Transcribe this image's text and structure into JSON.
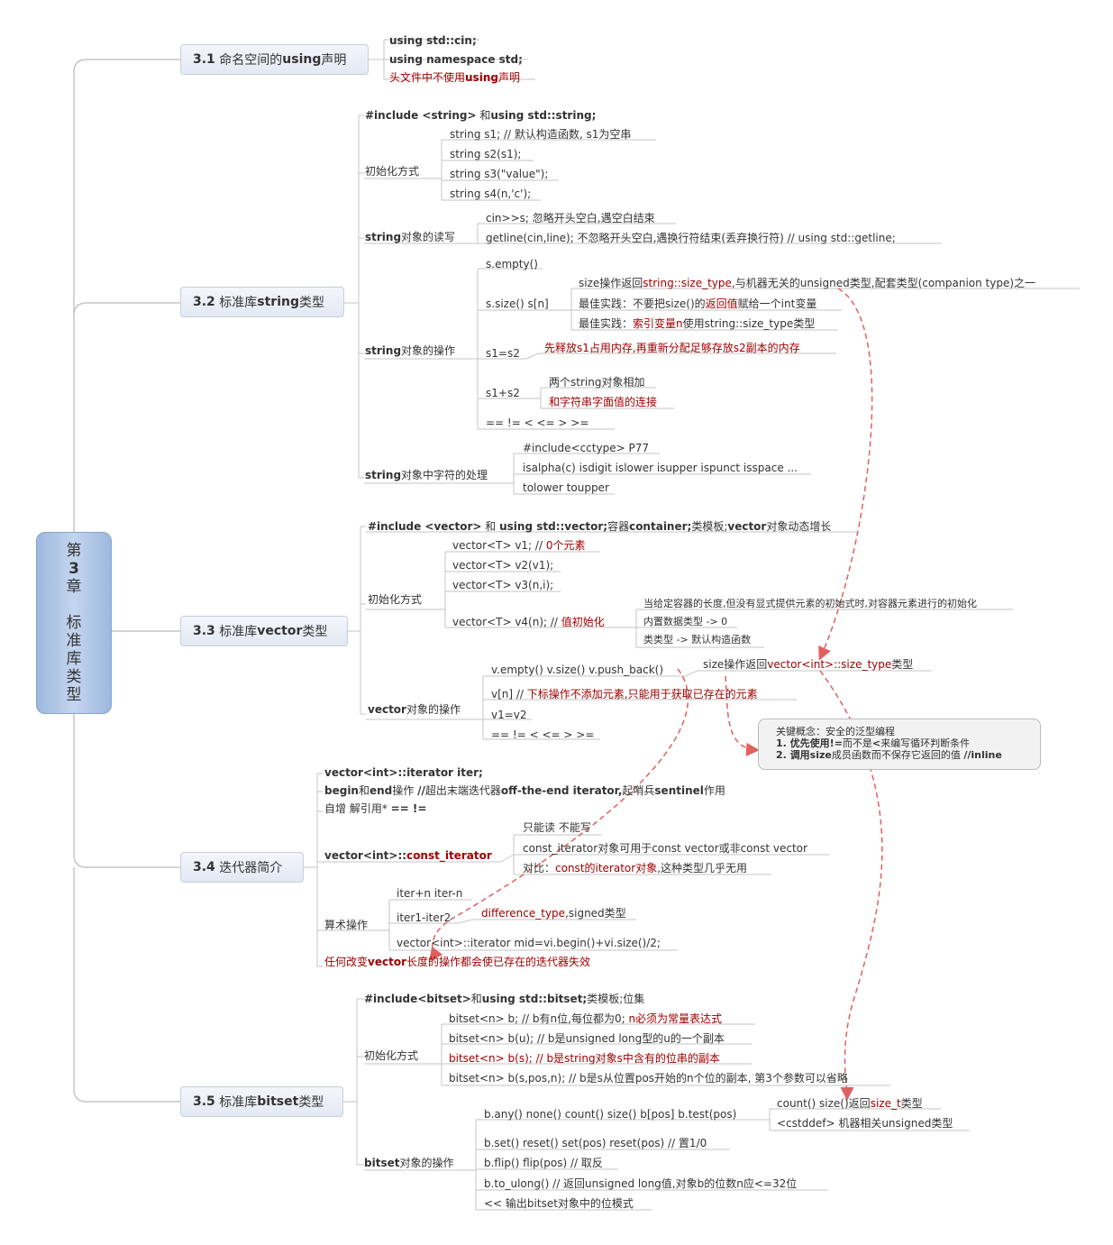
{
  "root": {
    "lines": [
      "第",
      "3",
      "章",
      "",
      "标",
      "准",
      "库",
      "类",
      "型"
    ]
  },
  "sections": {
    "s31": {
      "num": "3.1",
      "pre": "命名空间的",
      "bold": "using",
      "post": "声明"
    },
    "s32": {
      "num": "3.2",
      "pre": "标准库",
      "bold": "string",
      "post": "类型"
    },
    "s33": {
      "num": "3.3",
      "pre": "标准库",
      "bold": "vector",
      "post": "类型"
    },
    "s34": {
      "num": "3.4",
      "pre": "迭代器简介",
      "bold": "",
      "post": ""
    },
    "s35": {
      "num": "3.5",
      "pre": "标准库",
      "bold": "bitset",
      "post": "类型"
    }
  },
  "s31": {
    "l1": "using std::cin;",
    "l2": "using namespace std;",
    "l3a": "头文件中不使用",
    "l3b": "using",
    "l3c": "声明"
  },
  "s32": {
    "include_a": "#include <string>",
    "include_b": " 和",
    "include_c": "using std::string;",
    "init_label": "初始化方式",
    "init": [
      "string s1; // 默认构造函数, s1为空串",
      "string s2(s1);",
      "string s3(\"value\");",
      "string s4(n,'c');"
    ],
    "rw_bold": "string",
    "rw_rest": "对象的读写",
    "rw": [
      "cin>>s; 忽略开头空白,遇空白结束",
      "getline(cin,line); 不忽略开头空白,遇换行符结束(丢弃换行符) // using std::getline;"
    ],
    "op_bold": "string",
    "op_rest": "对象的操作",
    "empty": "s.empty()",
    "size": "s.size() s[n]",
    "size_a": "size操作返回",
    "size_b": "string::size_type",
    "size_c": ",与机器无关的",
    "size_d": "unsigned",
    "size_e": "类型,配套类型(companion type)之一",
    "best1_a": "最佳实践：不要把size()的",
    "best1_b": "返回值",
    "best1_c": "赋给一个",
    "best1_d": "int",
    "best1_e": "变量",
    "best2_a": "最佳实践：",
    "best2_b": "索引变量n",
    "best2_c": "使用string::size_type类型",
    "assign": "s1=s2",
    "assign_note": "先释放s1占用内存,再重新分配足够存放s2副本的内存",
    "concat": "s1+s2",
    "concat_n1": "两个string对象相加",
    "concat_n2": "和字符串字面值的连接",
    "cmp": "==  !=  <  <=  >  >=",
    "ch_bold": "string",
    "ch_rest": "对象中字符的处理",
    "ch": [
      "#include<cctype>  P77",
      "isalpha(c) isdigit islower isupper ispunct isspace ...",
      "tolower toupper"
    ]
  },
  "s33": {
    "include_a": "#include <vector>",
    "include_b": " 和 ",
    "include_c": "using std::vector;",
    "include_d": "容器",
    "include_e": "container;",
    "include_f": "类模板;",
    "include_g": "vector",
    "include_h": "对象动态增长",
    "init_label": "初始化方式",
    "v1a": "vector<T> v1; // ",
    "v1b": "0个元素",
    "v2": "vector<T> v2(v1);",
    "v3": "vector<T> v3(n,i);",
    "v4a": "vector<T> v4(n); // ",
    "v4b": "值初始化",
    "v4n": [
      "当给定容器的长度,但没有显式提供元素的初始式时,对容器元素进行的初始化",
      "内置数据类型 -> 0",
      "类类型 -> 默认构造函数"
    ],
    "op_bold": "vector",
    "op_rest": "对象的操作",
    "ops1": "v.empty() v.size() v.push_back()",
    "ops1n_a": "size操作返回",
    "ops1n_b": "vector<int>::size_type",
    "ops1n_c": "类型",
    "ops2a": "v[n] // ",
    "ops2b": "下标操作不添加元素,只能用于获取已存在的元素",
    "ops3": "v1=v2",
    "ops4": "== != < <= > >="
  },
  "callout": {
    "title": "关键概念：安全的泛型编程",
    "l1a": "1. 优先使用",
    "l1b": "!=",
    "l1c": "而不是",
    "l1d": "<",
    "l1e": "来编写循环判断条件",
    "l2a": "2. 调用",
    "l2b": "size",
    "l2c": "成员函数而不保存它返回的值 ",
    "l2d": "//inline"
  },
  "s34": {
    "l1": "vector<int>::iterator iter;",
    "l2a": "begin",
    "l2b": "和",
    "l2c": "end",
    "l2d": "操作 ",
    "l2e": "//",
    "l2f": "超出末端迭代器",
    "l2g": "off-the-end iterator,",
    "l2h": "起哨兵",
    "l2i": "sentinel",
    "l2j": "作用",
    "l3a": "自增  解引用*  ",
    "l3b": "==  !=",
    "ci_a": "vector<int>::",
    "ci_b": "const_iterator",
    "ci": [
      "只能读  不能写",
      "const_iterator对象可用于const vector或非const vector"
    ],
    "ci3a": "对比：",
    "ci3b": "const的iterator对象",
    "ci3c": ",这种类型几乎无用",
    "ar_label": "算术操作",
    "ar1": "iter+n  iter-n",
    "ar2": "iter1-iter2",
    "ar2n_a": "difference_type",
    "ar2n_b": ",signed类型",
    "ar3": "vector<int>::iterator mid=vi.begin()+vi.size()/2;",
    "warn_a": "任何改变",
    "warn_b": "vector",
    "warn_c": "长度的操作都会使已存在的迭代器失效"
  },
  "s35": {
    "include_a": "#include<bitset>",
    "include_b": "和",
    "include_c": "using std::bitset;",
    "include_d": "类模板;位集",
    "init_label": "初始化方式",
    "b1a": "bitset<n> b; // b有n位,每位都为0; ",
    "b1b": "n必须为常量表达式",
    "b2": "bitset<n> b(u); // b是unsigned long型的u的一个副本",
    "b3": "bitset<n> b(s); // b是string对象s中含有的位串的副本",
    "b4": "bitset<n> b(s,pos,n); // b是s从位置pos开始的n个位的副本, 第3个参数可以省略",
    "op_bold": "bitset",
    "op_rest": "对象的操作",
    "o1": "b.any() none() count() size() b[pos] b.test(pos)",
    "o1n1_a": "count() size()",
    "o1n1_b": "返回",
    "o1n1_c": "size_t",
    "o1n1_d": "类型",
    "o1n2": "<cstddef> 机器相关unsigned类型",
    "o2": "b.set() reset() set(pos) reset(pos) // 置1/0",
    "o3": "b.flip() flip(pos) // 取反",
    "o4": "b.to_ulong() // 返回unsigned long值,对象b的位数n应<=32位",
    "o5": "<<  输出bitset对象中的位模式"
  }
}
